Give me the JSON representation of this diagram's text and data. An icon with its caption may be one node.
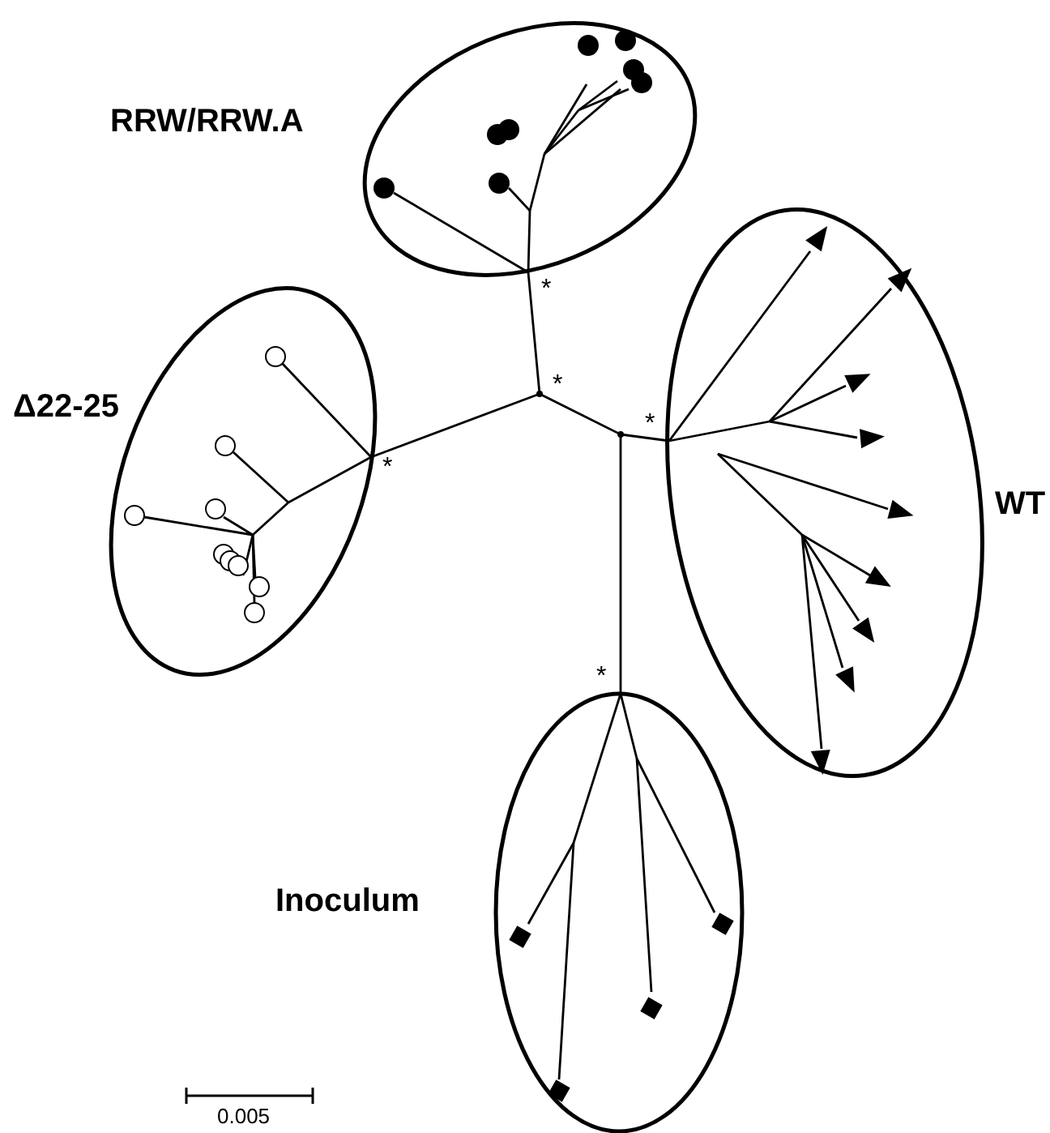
{
  "diagram": {
    "nodes": [
      {
        "text": [
          "RRW/RRW.A"
        ]
      },
      {
        "text": [
          "Δ22-25"
        ]
      },
      {
        "text": [
          "WT"
        ]
      },
      {
        "text": [
          "Inoculum"
        ]
      },
      {
        "text": [],
        "shape": "point"
      },
      {
        "text": [],
        "shape": "point"
      }
    ],
    "edges": [
      {
        "from": 4,
        "to": 0,
        "arrow": "none"
      },
      {
        "from": 4,
        "to": 1,
        "arrow": "none"
      },
      {
        "from": 4,
        "to": 5,
        "arrow": "none"
      },
      {
        "from": 5,
        "to": 2,
        "arrow": "none"
      },
      {
        "from": 5,
        "to": 3,
        "arrow": "none"
      }
    ],
    "labels": [
      "*",
      "*",
      "*",
      "*",
      "*",
      "0.005"
    ]
  }
}
